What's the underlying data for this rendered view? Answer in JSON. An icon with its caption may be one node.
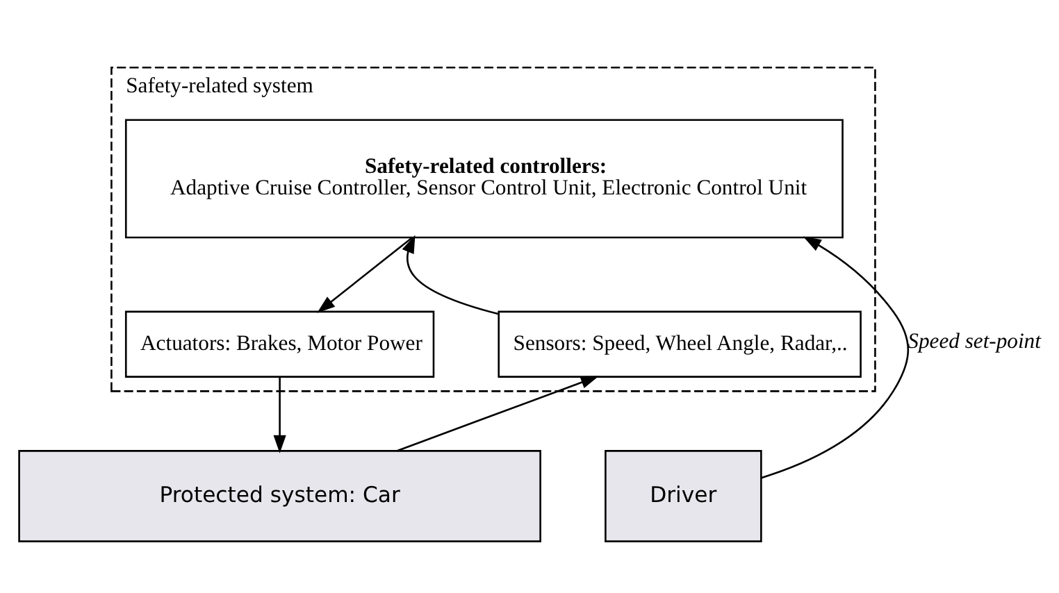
{
  "diagram": {
    "nodes": [
      {
        "text": [
          "Safety-related system"
        ]
      },
      {
        "text": [
          "Safety-related controllers:",
          "Adaptive Cruise Controller, Sensor Control Unit, Electronic Control Unit"
        ],
        "in": 0
      },
      {
        "text": [
          "Actuators: Brakes, Motor Power"
        ],
        "in": 0
      },
      {
        "text": [
          "Sensors: Speed, Wheel Angle, Radar,.."
        ],
        "in": 0
      },
      {
        "text": [
          "Protected system: Car"
        ]
      },
      {
        "text": [
          "Driver"
        ]
      }
    ],
    "edges": [
      {
        "from": 1,
        "to": 2,
        "arrow": "to"
      },
      {
        "from": 3,
        "to": 1,
        "arrow": "to"
      },
      {
        "from": 2,
        "to": 4,
        "arrow": "to"
      },
      {
        "from": 4,
        "to": 3,
        "arrow": "to"
      },
      {
        "from": 5,
        "to": 1,
        "arrow": "to",
        "label": "Speed set-point"
      }
    ]
  }
}
